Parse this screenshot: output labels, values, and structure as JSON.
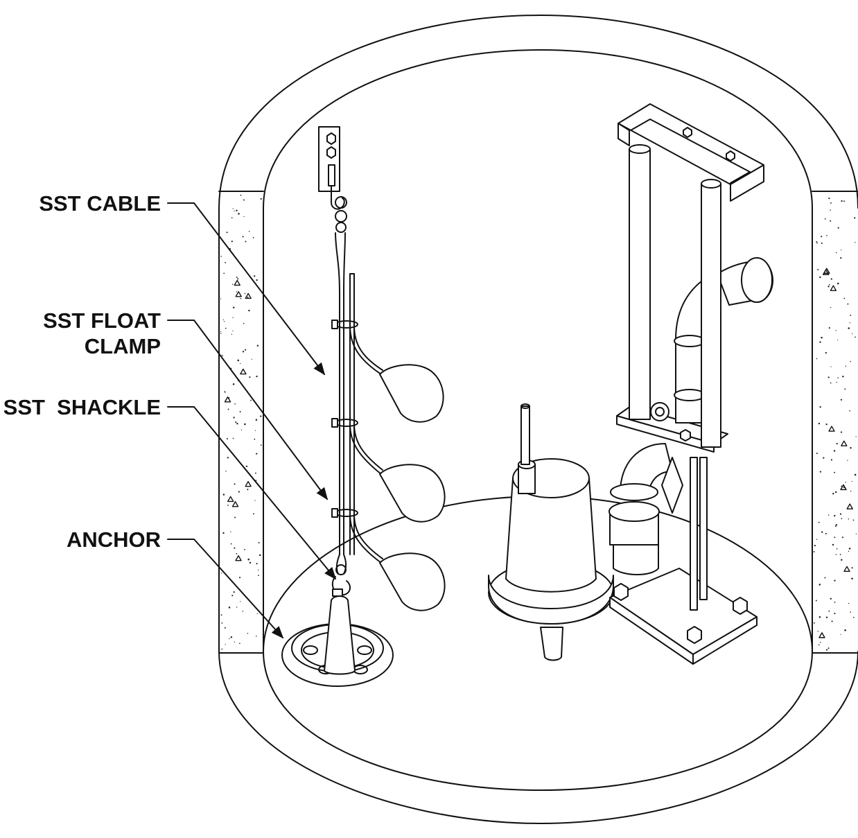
{
  "labels": {
    "sst_cable": "SST CABLE",
    "sst_float_clamp_line1": "SST FLOAT",
    "sst_float_clamp_line2": "CLAMP",
    "sst_shackle": "SST  SHACKLE",
    "anchor": "ANCHOR"
  },
  "colors": {
    "line": "#111111",
    "background": "#ffffff"
  }
}
